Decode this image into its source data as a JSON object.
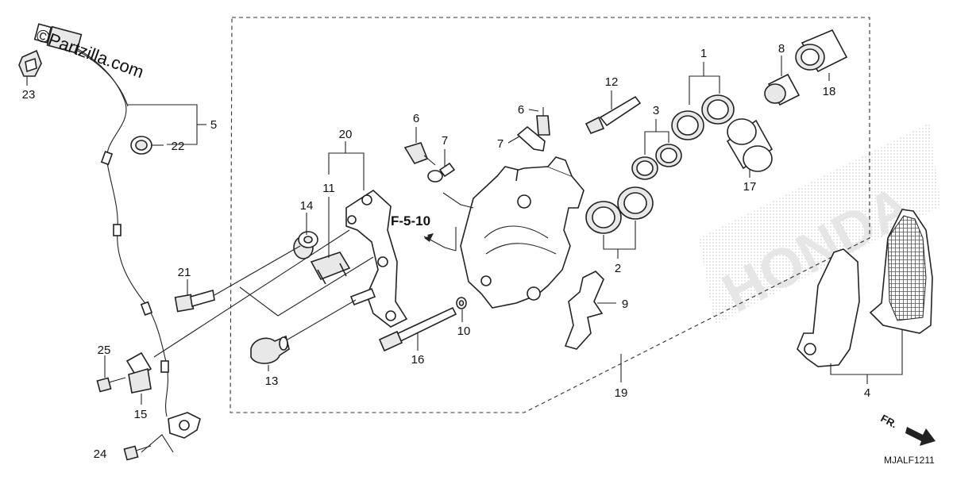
{
  "watermark": "©Partzilla.com",
  "reference": "F-5-10",
  "diagram_code": "MJALF1211",
  "direction_label": "FR.",
  "background_logo": "HONDA",
  "callouts": {
    "c1": "1",
    "c2": "2",
    "c3": "3",
    "c4": "4",
    "c5": "5",
    "c6a": "6",
    "c6b": "6",
    "c7a": "7",
    "c7b": "7",
    "c8": "8",
    "c9": "9",
    "c10": "10",
    "c11": "11",
    "c12": "12",
    "c13": "13",
    "c14": "14",
    "c15": "15",
    "c16": "16",
    "c17": "17",
    "c18": "18",
    "c19": "19",
    "c20": "20",
    "c21": "21",
    "c22": "22",
    "c23": "23",
    "c24": "24",
    "c25": "25"
  },
  "icons": {
    "direction": "arrow-right-icon",
    "parts": [
      "caliper-body",
      "piston",
      "piston-seal",
      "brake-pad",
      "bracket",
      "sensor-wire",
      "bleeder-screw",
      "pin-bolt"
    ]
  }
}
